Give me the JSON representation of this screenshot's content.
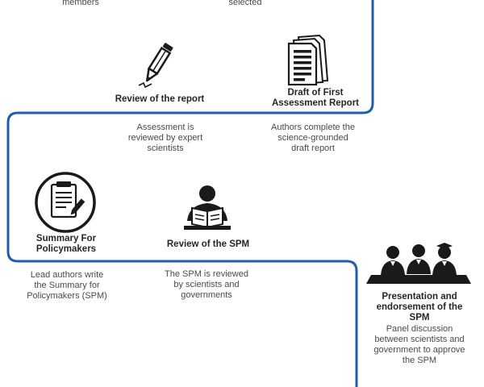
{
  "colors": {
    "flow_line": "#1f5fa8",
    "icon": "#1a1a1a",
    "heading": "#262626",
    "body_text": "#4a4a4a"
  },
  "top": {
    "members_fragment": "members",
    "selected_fragment": "selected"
  },
  "steps": {
    "review_report": {
      "title": "Review of the report",
      "desc_lines": [
        "Assessment is",
        "reviewed by expert",
        "scientists"
      ],
      "icon": "pencil-icon"
    },
    "draft_first": {
      "title_lines": [
        "Draft of First",
        "Assessment Report"
      ],
      "desc_lines": [
        "Authors complete the",
        "science-grounded",
        "draft report"
      ],
      "icon": "documents-icon"
    },
    "spm_summary": {
      "title_lines": [
        "Summary For",
        "Policymakers"
      ],
      "desc_lines": [
        "Lead authors write",
        "the Summary for",
        "Policymakers (SPM)"
      ],
      "icon": "document-pen-icon"
    },
    "review_spm": {
      "title": "Review of the SPM",
      "desc_lines": [
        "The SPM is reviewed",
        "by scientists and",
        "governments"
      ],
      "icon": "reader-icon"
    },
    "presentation": {
      "title_lines": [
        "Presentation and",
        "endorsement of the",
        "SPM"
      ],
      "desc_lines": [
        "Panel discussion",
        "between scientists and",
        "government to approve",
        "the SPM"
      ],
      "icon": "panel-icon"
    }
  }
}
